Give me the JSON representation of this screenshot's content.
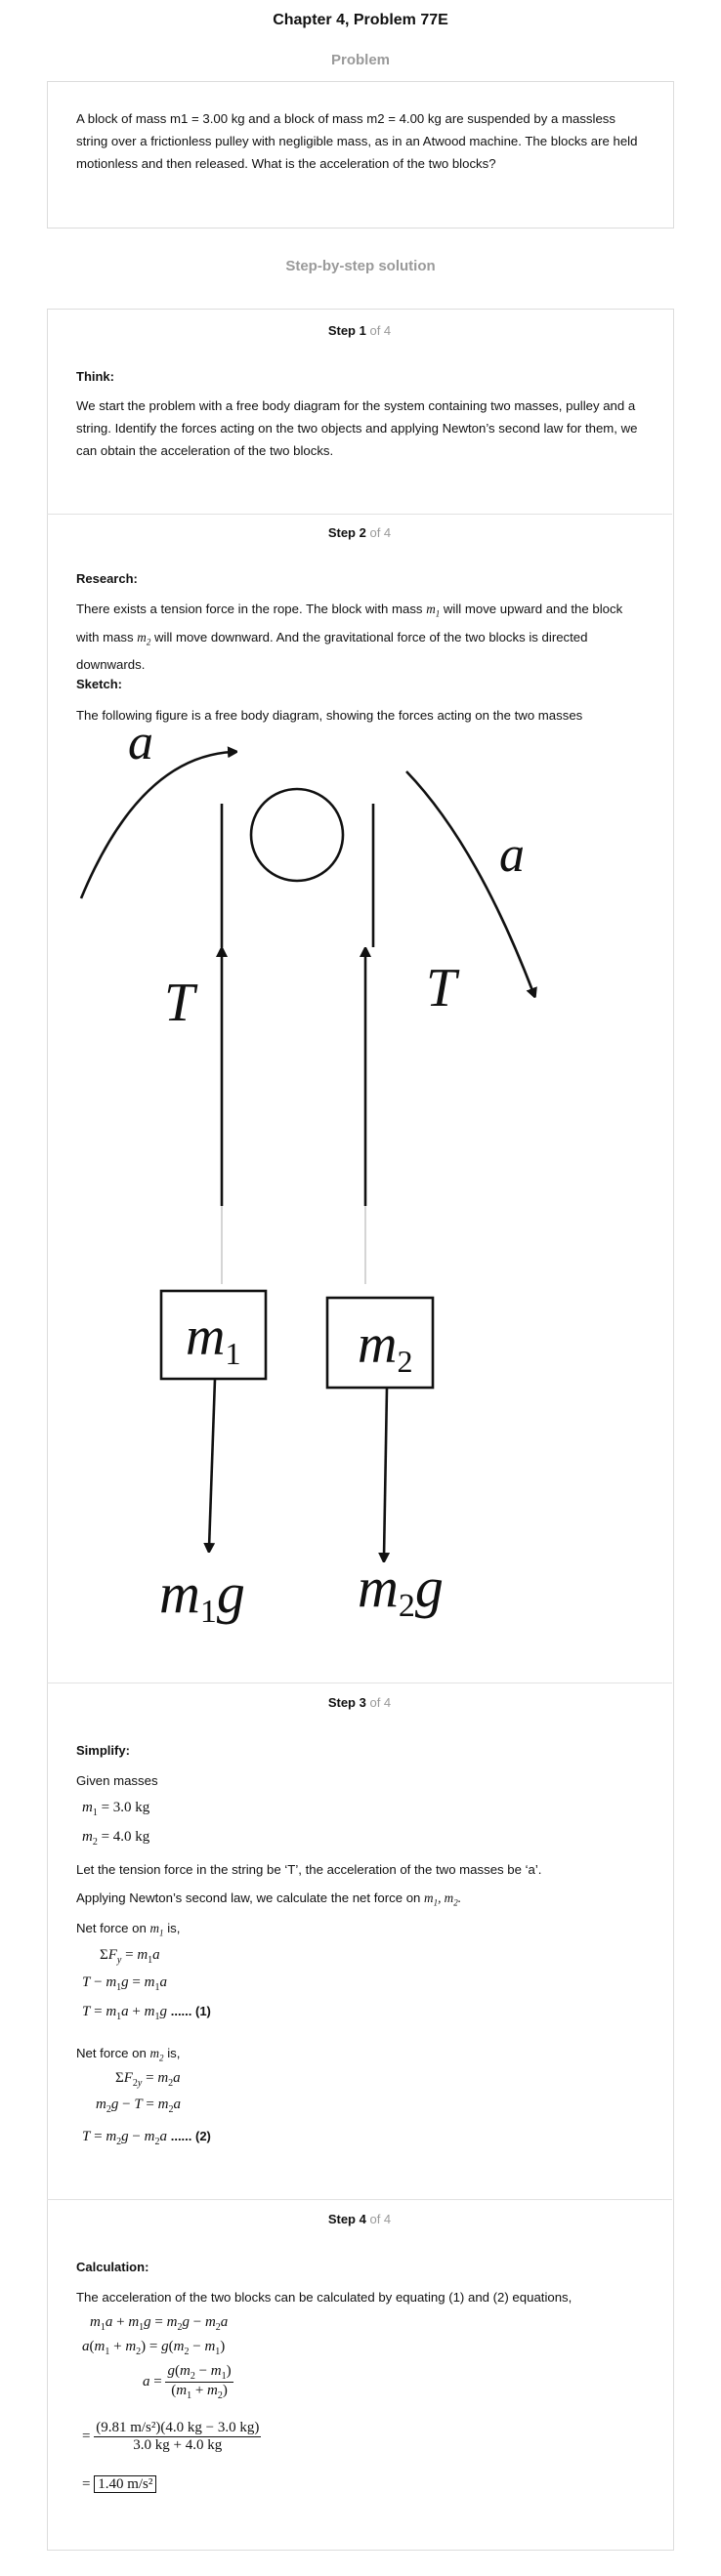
{
  "header": {
    "title": "Chapter 4, Problem 77E",
    "problem_heading": "Problem",
    "problem_text": "A block of mass m1 = 3.00 kg and a block of mass m2 = 4.00 kg are suspended by a massless string over a frictionless pulley with negligible mass, as in an Atwood machine. The blocks are held motionless and then released. What is the acceleration of the two blocks?",
    "solution_heading": "Step-by-step solution"
  },
  "step1": {
    "label": "Step 1",
    "of": "of 4",
    "section": "Think:",
    "text": "We start the problem with a free body diagram for the system containing two masses, pulley and a string. Identify the forces acting on the two objects and applying Newton’s second law for them, we can obtain the acceleration of the two blocks."
  },
  "step2": {
    "label": "Step 2",
    "of": "of 4",
    "section": "Research:",
    "text_a": "There exists a tension force in the rope. The block with mass",
    "text_b": "will move upward and the block with mass",
    "text_c": "will move downward. And the gravitational force of the two blocks is directed downwards.",
    "sketch_label": "Sketch:",
    "sketch_text": "The following figure is a free body diagram, showing the forces acting on the two masses"
  },
  "diagram": {
    "accel_left": "a",
    "accel_right": "a",
    "tension_left": "T",
    "tension_right": "T",
    "mass1": "m",
    "mass1_sub": "1",
    "mass2": "m",
    "mass2_sub": "2",
    "weight1": "m",
    "weight1_sub": "1",
    "weight1_g": "g",
    "weight2": "m",
    "weight2_sub": "2",
    "weight2_g": "g"
  },
  "step3": {
    "label": "Step 3",
    "of": "of 4",
    "section": "Simplify:",
    "given": "Given masses",
    "m1_value": "= 3.0 kg",
    "m2_value": "= 4.0 kg",
    "tension_text": "Let the tension force in the string be ‘T’, the acceleration of the two masses be ‘a’.",
    "newton_text": "Applying Newton’s second law, we calculate the net force on",
    "net1_a": "Net force on",
    "net1_b": "is,",
    "net2_a": "Net force on",
    "net2_b": "is,",
    "eq1_tag": "...... (1)",
    "eq2_tag": "...... (2)"
  },
  "step4": {
    "label": "Step 4",
    "of": "of 4",
    "section": "Calculation:",
    "text": "The acceleration of the two blocks can be calculated by equating (1) and (2) equations,",
    "num_values": "(9.81 m/s²)(4.0 kg − 3.0 kg)",
    "den_values": "3.0 kg + 4.0 kg",
    "result": "1.40 m/s²"
  }
}
